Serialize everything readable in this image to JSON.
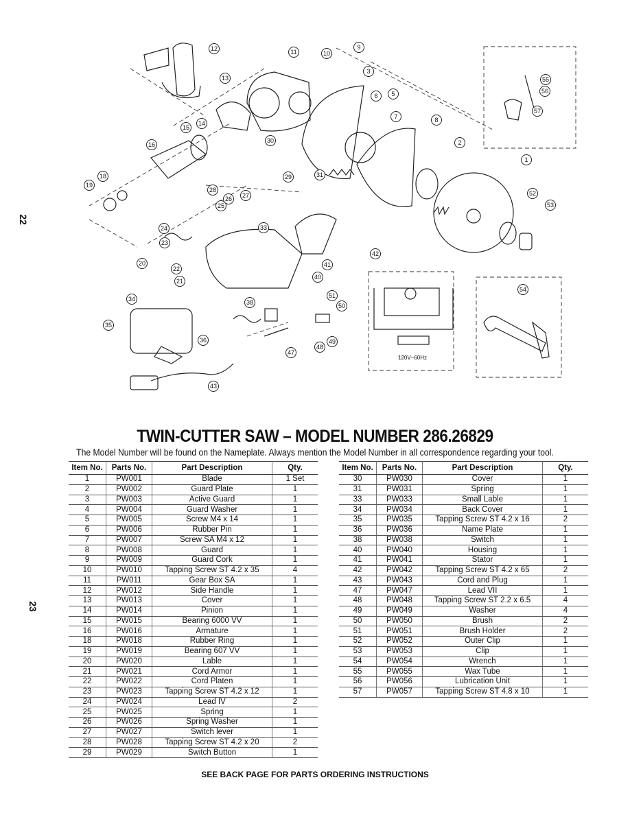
{
  "page_numbers": {
    "top": "22",
    "bottom": "23"
  },
  "diagram": {
    "callouts": [
      "1",
      "2",
      "3",
      "5",
      "6",
      "7",
      "8",
      "9",
      "10",
      "11",
      "12",
      "13",
      "14",
      "15",
      "16",
      "18",
      "19",
      "20",
      "21",
      "22",
      "23",
      "24",
      "25",
      "26",
      "27",
      "28",
      "29",
      "30",
      "31",
      "33",
      "34",
      "35",
      "36",
      "38",
      "40",
      "41",
      "42",
      "43",
      "47",
      "48",
      "49",
      "50",
      "51",
      "52",
      "53",
      "54",
      "55",
      "56",
      "57"
    ],
    "schematic_label": "120V~60Hz"
  },
  "title": "TWIN-CUTTER SAW – MODEL NUMBER 286.26829",
  "subtitle": "The Model Number will be found on the Nameplate. Always mention the Model Number in all correspondence regarding your tool.",
  "table_headers": {
    "item": "Item No.",
    "parts": "Parts No.",
    "desc": "Part Description",
    "qty": "Qty."
  },
  "left_rows": [
    [
      "1",
      "PW001",
      "Blade",
      "1 Set"
    ],
    [
      "2",
      "PW002",
      "Guard Plate",
      "1"
    ],
    [
      "3",
      "PW003",
      "Active Guard",
      "1"
    ],
    [
      "4",
      "PW004",
      "Guard Washer",
      "1"
    ],
    [
      "5",
      "PW005",
      "Screw M4 x 14",
      "1"
    ],
    [
      "6",
      "PW006",
      "Rubber Pin",
      "1"
    ],
    [
      "7",
      "PW007",
      "Screw SA M4 x 12",
      "1"
    ],
    [
      "8",
      "PW008",
      "Guard",
      "1"
    ],
    [
      "9",
      "PW009",
      "Guard Cork",
      "1"
    ],
    [
      "10",
      "PW010",
      "Tapping Screw ST 4.2 x 35",
      "4"
    ],
    [
      "11",
      "PW011",
      "Gear Box SA",
      "1"
    ],
    [
      "12",
      "PW012",
      "Side Handle",
      "1"
    ],
    [
      "13",
      "PW013",
      "Cover",
      "1"
    ],
    [
      "14",
      "PW014",
      "Pinion",
      "1"
    ],
    [
      "15",
      "PW015",
      "Bearing 6000 VV",
      "1"
    ],
    [
      "16",
      "PW016",
      "Armature",
      "1"
    ],
    [
      "18",
      "PW018",
      "Rubber Ring",
      "1"
    ],
    [
      "19",
      "PW019",
      "Bearing 607 VV",
      "1"
    ],
    [
      "20",
      "PW020",
      "Lable",
      "1"
    ],
    [
      "21",
      "PW021",
      "Cord Armor",
      "1"
    ],
    [
      "22",
      "PW022",
      "Cord Platen",
      "1"
    ],
    [
      "23",
      "PW023",
      "Tapping Screw ST 4.2 x 12",
      "1"
    ],
    [
      "24",
      "PW024",
      "Lead IV",
      "2"
    ],
    [
      "25",
      "PW025",
      "Spring",
      "1"
    ],
    [
      "26",
      "PW026",
      "Spring Washer",
      "1"
    ],
    [
      "27",
      "PW027",
      "Switch lever",
      "1"
    ],
    [
      "28",
      "PW028",
      "Tapping Screw ST 4.2 x 20",
      "2"
    ],
    [
      "29",
      "PW029",
      "Switch Button",
      "1"
    ]
  ],
  "right_rows": [
    [
      "30",
      "PW030",
      "Cover",
      "1"
    ],
    [
      "31",
      "PW031",
      "Spring",
      "1"
    ],
    [
      "33",
      "PW033",
      "Small Lable",
      "1"
    ],
    [
      "34",
      "PW034",
      "Back Cover",
      "1"
    ],
    [
      "35",
      "PW035",
      "Tapping Screw ST 4.2 x 16",
      "2"
    ],
    [
      "36",
      "PW036",
      "Name Plate",
      "1"
    ],
    [
      "38",
      "PW038",
      "Switch",
      "1"
    ],
    [
      "40",
      "PW040",
      "Housing",
      "1"
    ],
    [
      "41",
      "PW041",
      "Stator",
      "1"
    ],
    [
      "42",
      "PW042",
      "Tapping Screw ST 4.2 x 65",
      "2"
    ],
    [
      "43",
      "PW043",
      "Cord and Plug",
      "1"
    ],
    [
      "47",
      "PW047",
      "Lead VII",
      "1"
    ],
    [
      "48",
      "PW048",
      "Tapping Screw ST 2.2 x 6.5",
      "4"
    ],
    [
      "49",
      "PW049",
      "Washer",
      "4"
    ],
    [
      "50",
      "PW050",
      "Brush",
      "2"
    ],
    [
      "51",
      "PW051",
      "Brush Holder",
      "2"
    ],
    [
      "52",
      "PW052",
      "Outer Clip",
      "1"
    ],
    [
      "53",
      "PW053",
      "Clip",
      "1"
    ],
    [
      "54",
      "PW054",
      "Wrench",
      "1"
    ],
    [
      "55",
      "PW055",
      "Wax Tube",
      "1"
    ],
    [
      "56",
      "PW056",
      "Lubrication Unit",
      "1"
    ],
    [
      "57",
      "PW057",
      "Tapping Screw ST 4.8 x 10",
      "1"
    ]
  ],
  "footer": "SEE BACK PAGE FOR PARTS ORDERING INSTRUCTIONS"
}
